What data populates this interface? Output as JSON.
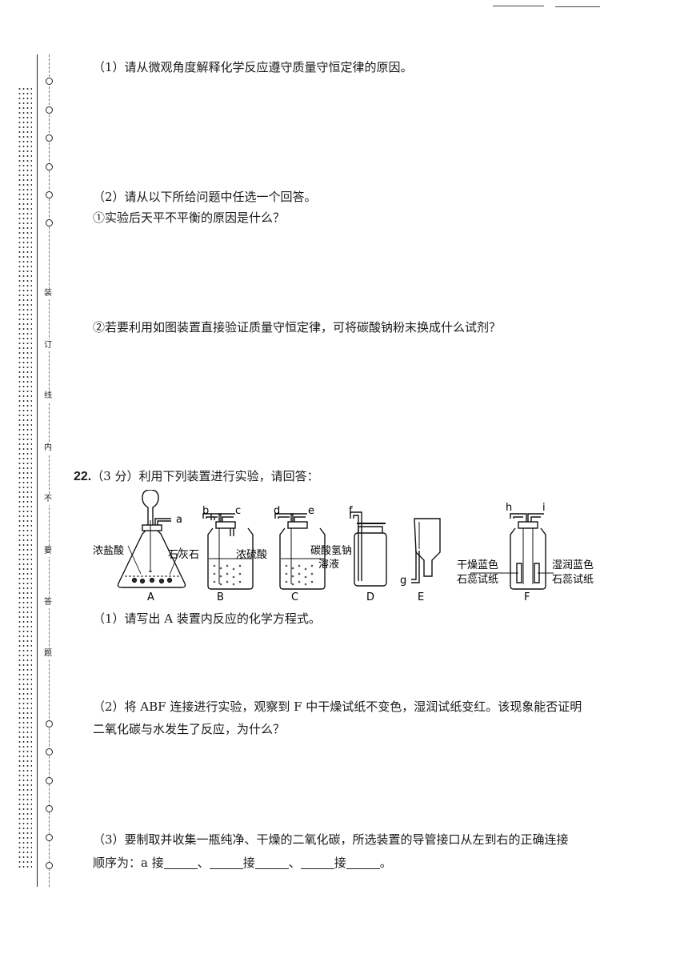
{
  "q21": {
    "part1": "（1）请从微观角度解释化学反应遵守质量守恒定律的原因。",
    "part2": "（2）请从以下所给问题中任选一个回答。",
    "opt1": "①实验后天平不平衡的原因是什么？",
    "opt2": "②若要利用如图装置直接验证质量守恒定律，可将碳酸钠粉末换成什么试剂？"
  },
  "q22": {
    "number": "22.",
    "intro": "（3 分）利用下列装置进行实验，请回答：",
    "part1": "（1）请写出 A 装置内反应的化学方程式。",
    "part2_line1": "（2）将 ABF 连接进行实验，观察到 F 中干燥试纸不变色，湿润试纸变红。该现象能否证明",
    "part2_line2": "二氧化碳与水发生了反应，为什么？",
    "part3_line1": "（3）要制取并收集一瓶纯净、干燥的二氧化碳，所选装置的导管接口从左到右的正确连接",
    "part3_prefix": "顺序为：a 接",
    "part3_sep1": "、",
    "part3_connect": "接",
    "part3_sep2": "、",
    "part3_connect2": "接",
    "part3_end": "。"
  },
  "apparatus": {
    "labels": {
      "A": "A",
      "B": "B",
      "C": "C",
      "D": "D",
      "E": "E",
      "F": "F"
    },
    "ports": {
      "a": "a",
      "b": "b",
      "c": "c",
      "d": "d",
      "e": "e",
      "f": "f",
      "g": "g",
      "h": "h",
      "i": "i"
    },
    "reagents": {
      "hcl": "浓盐酸",
      "limestone": "石灰石",
      "h2so4": "浓硫酸",
      "nahco3_1": "碳酸氢钠",
      "nahco3_2": "溶液",
      "dry_1": "干燥蓝色",
      "dry_2": "石蕊试纸",
      "wet_1": "湿润蓝色",
      "wet_2": "石蕊试纸"
    }
  },
  "binding_margin": {
    "chars": [
      "装",
      "订",
      "线",
      "内",
      "不",
      "要",
      "答",
      "题"
    ]
  }
}
